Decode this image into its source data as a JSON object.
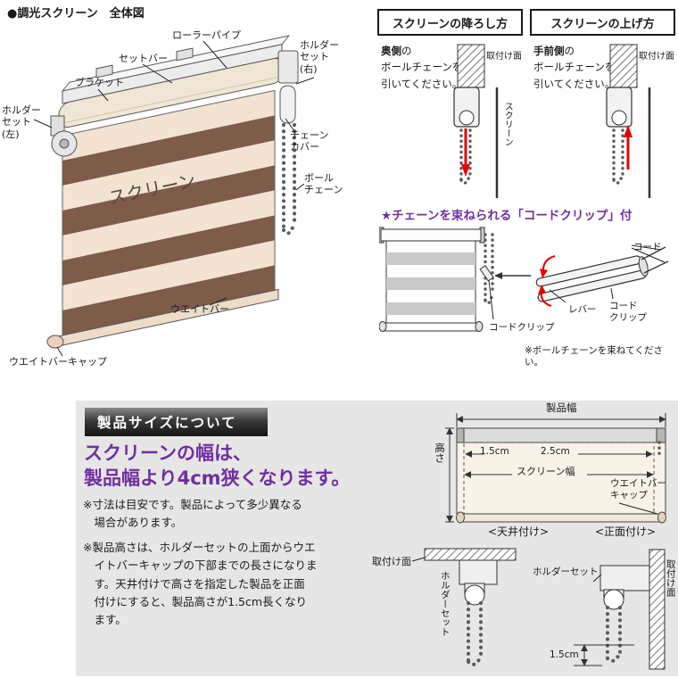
{
  "colors": {
    "accent_purple": "#7030a0",
    "arrow_red": "#e60000",
    "screen_brown": "#7d5c49",
    "screen_beige": "#f2e3d2",
    "panel_gray": "#e6e6e6"
  },
  "title": "●調光スクリーン　全体図",
  "overall": {
    "labels": {
      "roller_pipe": "ローラーパイプ",
      "set_bar": "セットバー",
      "bracket": "ブラケット",
      "holder_right": "ホルダー\nセット\n(右)",
      "holder_left": "ホルダー\nセット\n(左)",
      "chain_cover": "チェーン\nカバー",
      "ball_chain": "ボール\nチェーン",
      "screen": "スクリーン",
      "weight_bar": "ウエイトバー",
      "weight_bar_cap": "ウエイトバーキャップ"
    }
  },
  "lower_box": {
    "header": "スクリーンの降ろし方",
    "bold": "奥側",
    "rest": "の\nボールチェーンを\n引いてください。",
    "mount": "取付け面",
    "screen": "スクリーン"
  },
  "raise_box": {
    "header": "スクリーンの上げ方",
    "bold": "手前側",
    "rest": "の\nボールチェーンを\n引いてください。",
    "mount": "取付け面"
  },
  "cord_clip": {
    "title": "★チェーンを束ねられる「コードクリップ」付",
    "cord": "コード",
    "lever": "レバー",
    "clip": "コード\nクリップ",
    "clip_full": "コードクリップ",
    "note": "※ボールチェーンを束ねてください。"
  },
  "size_section": {
    "header": "製品サイズについて",
    "headline": "スクリーンの幅は、\n製品幅より4cm狭くなります。",
    "note1": "※寸法は目安です。製品によって多少異なる\n　場合があります。",
    "note2": "※製品高さは、ホルダーセットの上面からウエ\n　イトバーキャップの下部までの長さになりま\n　す。天井付けで高さを指定した製品を正面\n　付けにすると、製品高さが1.5cm長くなり\n　ます。",
    "product_width": "製品幅",
    "height": "高さ",
    "gap_left": "1.5cm",
    "gap_right": "2.5cm",
    "screen_width": "スクリーン幅",
    "weight_cap": "ウエイトバー\nキャップ",
    "ceiling": "<天井付け>",
    "front": "<正面付け>",
    "mount_left": "取付け面",
    "holder_left": "ホルダーセット",
    "mount_right": "取付け面",
    "holder_right": "ホルダーセット",
    "offset": "1.5cm"
  }
}
